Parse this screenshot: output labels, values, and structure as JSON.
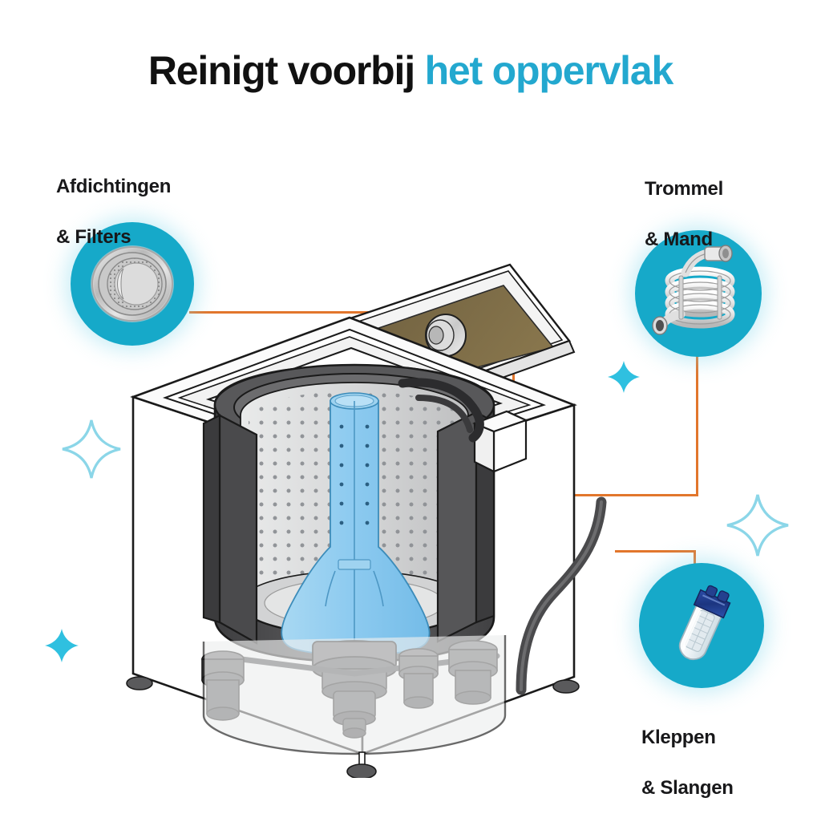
{
  "page": {
    "background": "#ffffff",
    "accent_cyan": "#16a9c9",
    "accent_cyan_text": "#23a8cf",
    "connector_orange": "#e2762c",
    "text_dark": "#18181a"
  },
  "title": {
    "part1": "Reinigt voorbij ",
    "part2": "het oppervlak",
    "full": "Reinigt voorbij het oppervlak"
  },
  "callouts": [
    {
      "id": "seals-filters",
      "label": "Afdichtingen\n& Filters",
      "label_line1": "Afdichtingen",
      "label_line2": "& Filters",
      "icon": "door-seal-gasket-icon",
      "position": "top-left",
      "circle_color": "#16a9c9"
    },
    {
      "id": "drum-basket",
      "label": "Trommel\n& Mand",
      "label_line1": "Trommel",
      "label_line2": "& Mand",
      "icon": "coiled-hose-icon",
      "position": "top-right",
      "circle_color": "#16a9c9"
    },
    {
      "id": "valves-hoses",
      "label": "Kleppen\n& Slangen",
      "label_line1": "Kleppen",
      "label_line2": "& Slangen",
      "icon": "inlet-valve-filter-icon",
      "position": "bottom-right",
      "circle_color": "#16a9c9"
    }
  ],
  "illustration": {
    "name": "top-load-washing-machine-cutaway",
    "description": "Cutaway line drawing of a top-loading washing machine with open lid, perforated drum and blue agitator",
    "agitator_color": "#8ecbf0",
    "drum_color": "#d9dadb",
    "body_color": "#ffffff",
    "tub_color": "#4d4d4f"
  },
  "sparkles": [
    {
      "id": "sparkle-left-mid",
      "style": "outline",
      "color": "#8bd6e8"
    },
    {
      "id": "sparkle-left-bottom",
      "style": "filled",
      "color": "#2fc0e0"
    },
    {
      "id": "sparkle-center-right",
      "style": "filled",
      "color": "#2fc0e0"
    },
    {
      "id": "sparkle-right-mid",
      "style": "outline",
      "color": "#8bd6e8"
    }
  ],
  "connectors": [
    {
      "id": "connector-seals-to-lid",
      "from": "seals-filters",
      "to": "lid-hinge-area"
    },
    {
      "id": "connector-drum-to-basket",
      "from": "drum-basket",
      "to": "tub-wall"
    },
    {
      "id": "connector-valves-to-hose",
      "from": "valves-hoses",
      "to": "drain-hose"
    }
  ]
}
